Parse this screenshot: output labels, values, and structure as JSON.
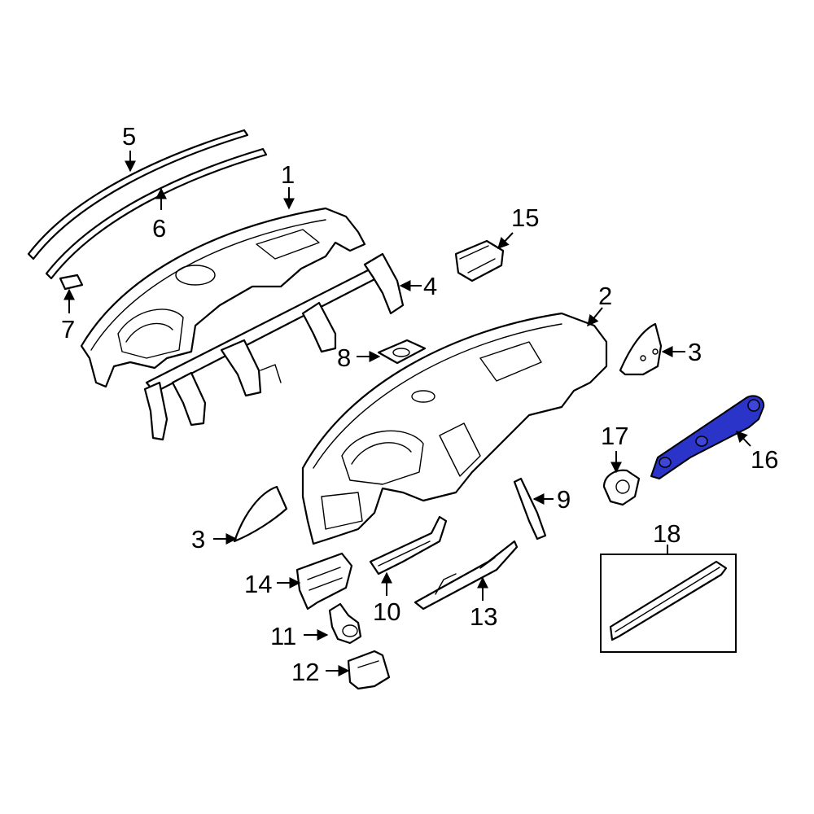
{
  "diagram": {
    "highlight_color": "#2b34c9",
    "highlighted_part": "16",
    "callouts": [
      "1",
      "2",
      "3",
      "3",
      "4",
      "5",
      "6",
      "7",
      "8",
      "9",
      "10",
      "11",
      "12",
      "13",
      "14",
      "15",
      "16",
      "17",
      "18"
    ]
  }
}
